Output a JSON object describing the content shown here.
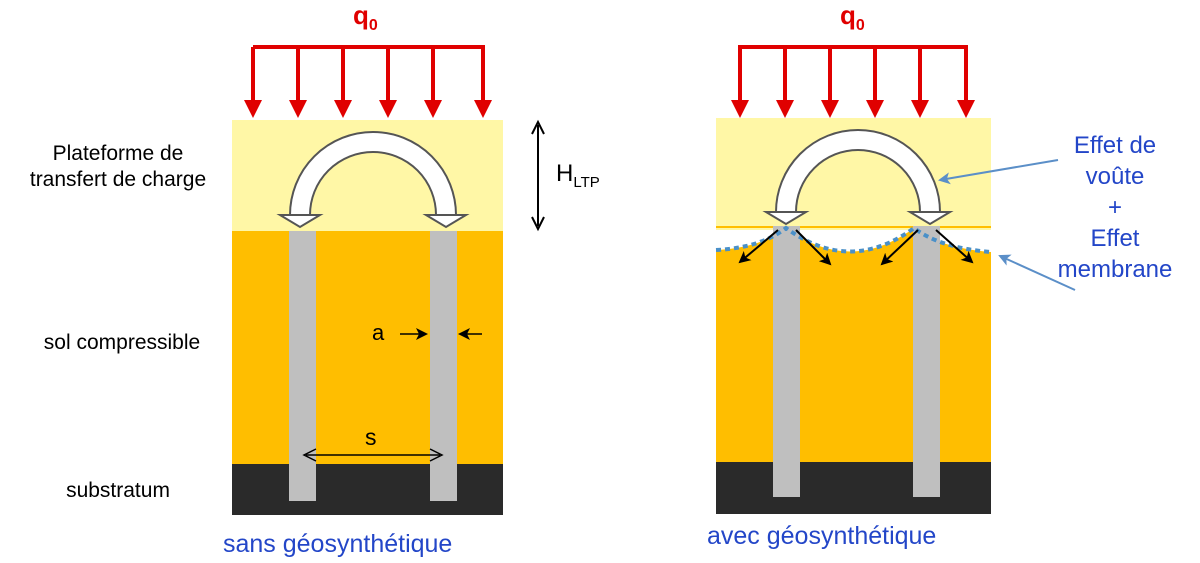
{
  "left_panel": {
    "load_label": "q",
    "load_sub": "0",
    "caption": "sans géosynthétique",
    "dim_height_label": "H",
    "dim_height_sub": "LTP",
    "dim_width_label": "a",
    "dim_spacing_label": "s"
  },
  "right_panel": {
    "load_label": "q",
    "load_sub": "0",
    "caption": "avec géosynthétique",
    "effect_line1": "Effet de",
    "effect_line2": "voûte",
    "effect_plus": "+",
    "effect_line3": "Effet",
    "effect_line4": "membrane"
  },
  "layers": {
    "platform_line1": "Plateforme de",
    "platform_line2": "transfert de charge",
    "soil": "sol compressible",
    "substratum": "substratum"
  },
  "colors": {
    "load": "#e00000",
    "platform": "#fff7a6",
    "soil": "#ffbe00",
    "substratum": "#2a2a2a",
    "pile": "#bfbfbf",
    "annotation": "#2346c8",
    "membrane": "#4a90c8"
  }
}
